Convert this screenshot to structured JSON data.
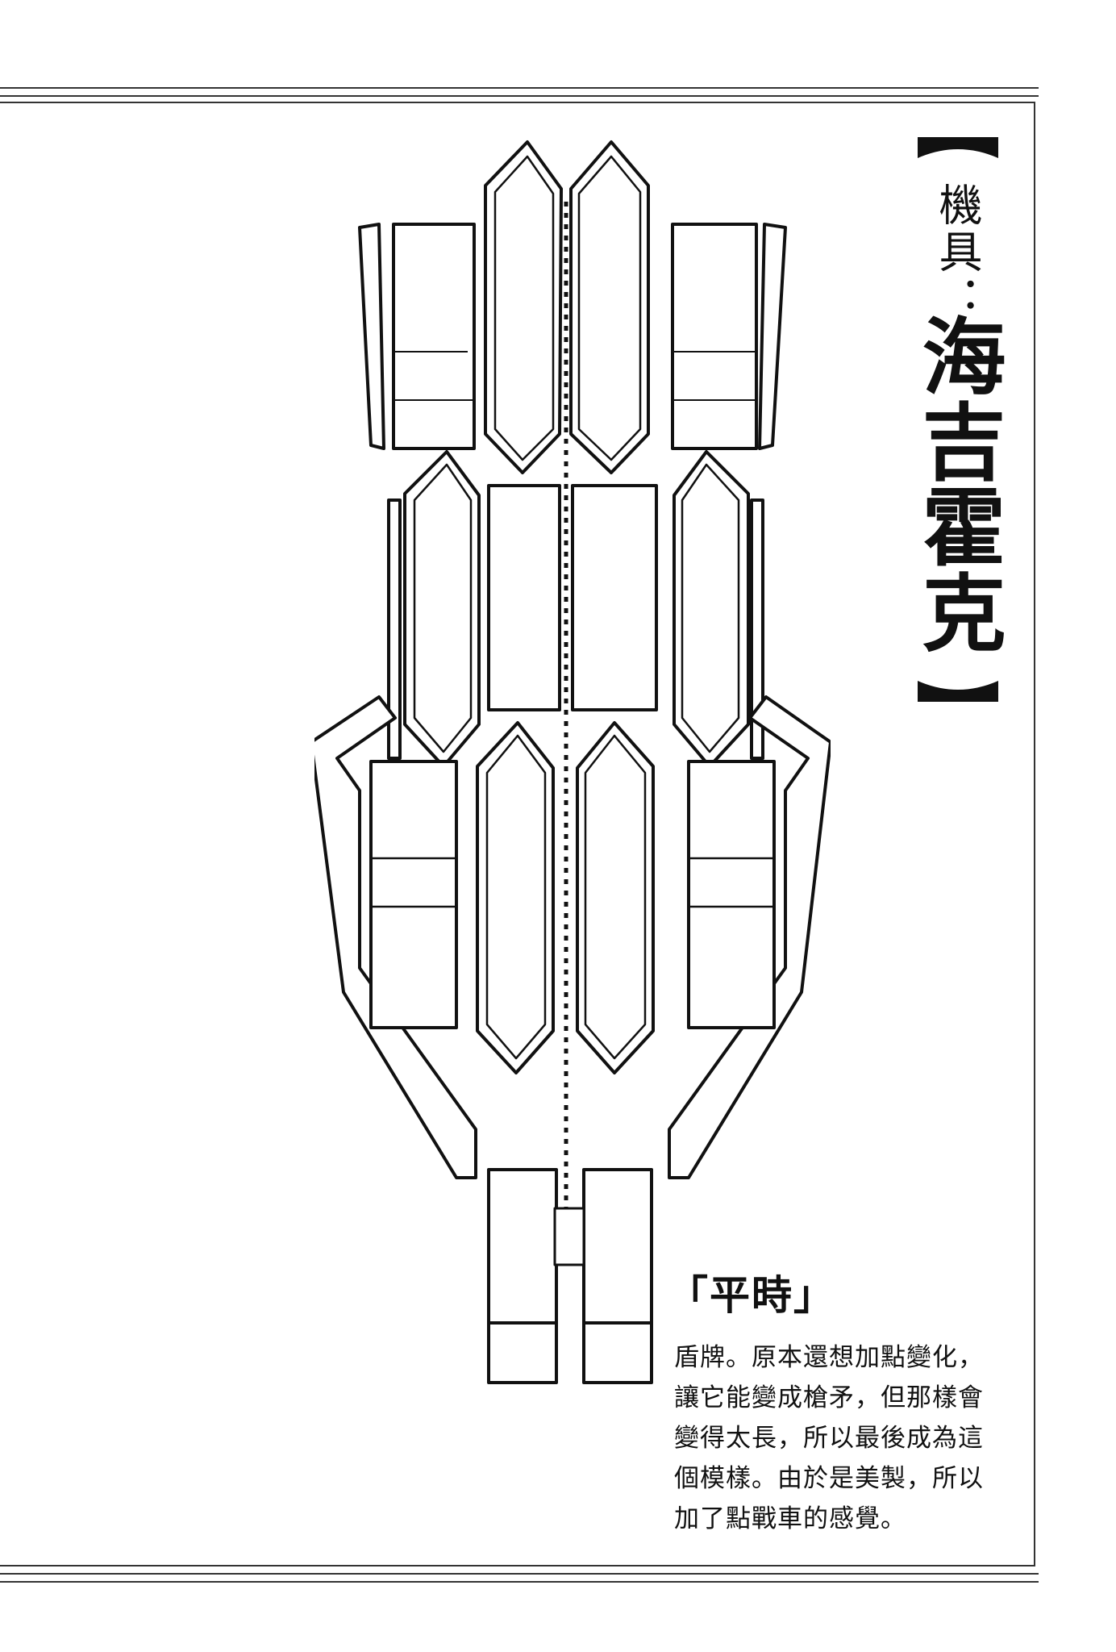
{
  "title": {
    "prefix": "機具：",
    "name": "海吉霍克"
  },
  "caption": {
    "heading": "「平時」",
    "body": "盾牌。原本還想加點變化，讓它能變成槍矛，但那樣會變得太長，所以最後成為這個模樣。由於是美製，所以加了點戰車的感覺。"
  },
  "colors": {
    "ink": "#111111",
    "frame": "#333333",
    "paper": "#ffffff"
  }
}
